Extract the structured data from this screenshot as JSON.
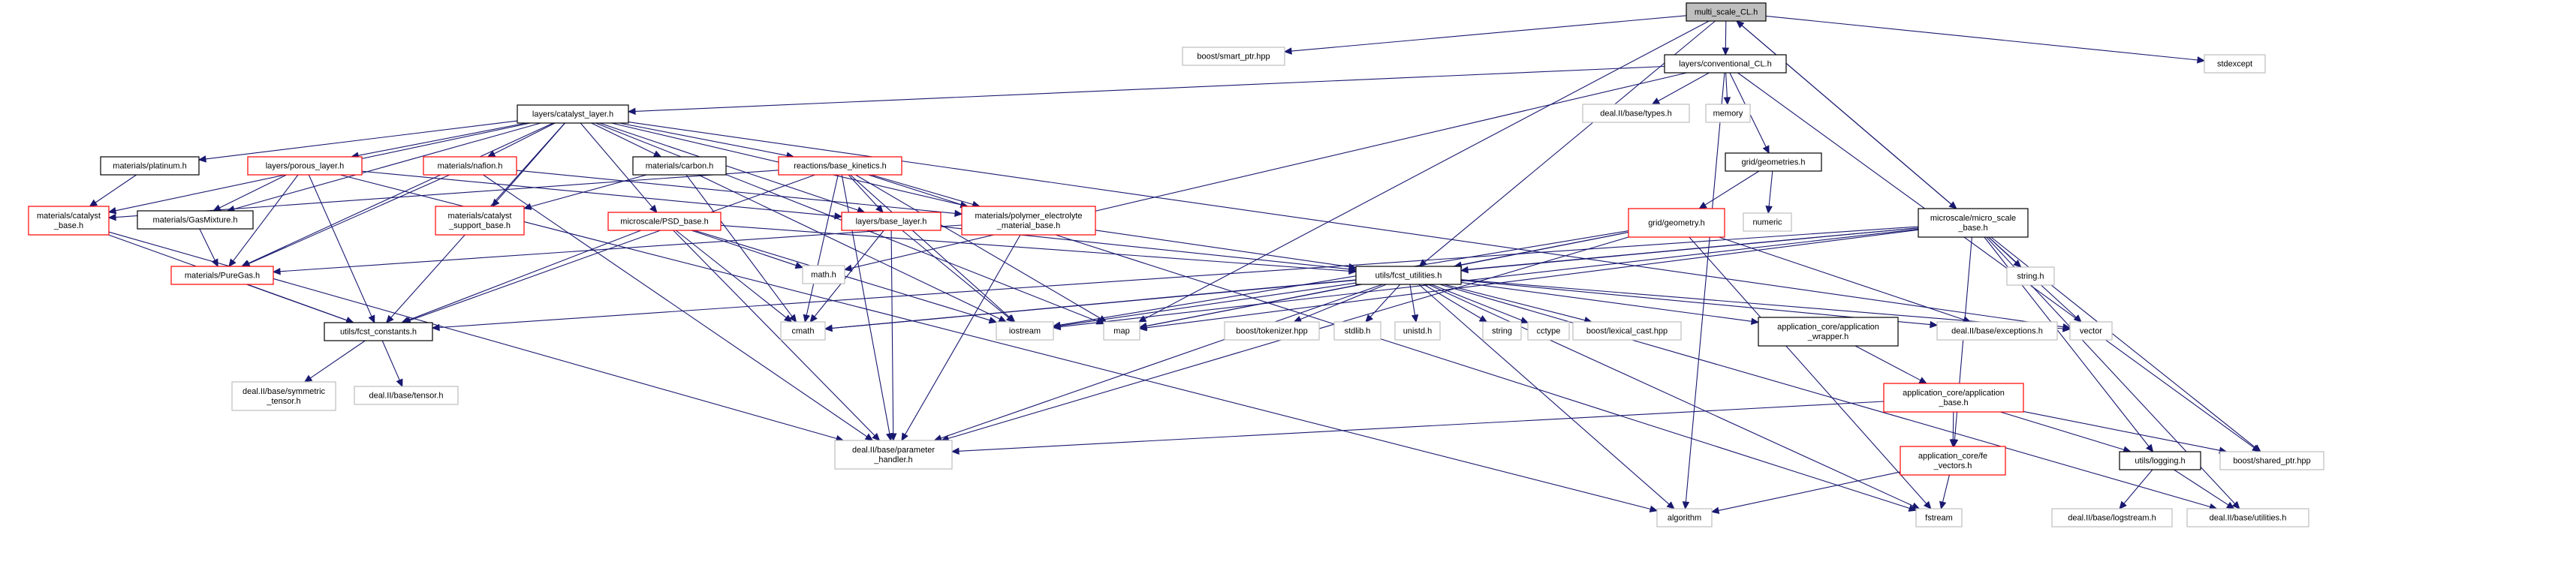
{
  "diagram": {
    "type": "include-dependency-graph",
    "colors": {
      "edge": "#191970",
      "root_fill": "#bfbfbf",
      "documented_border": "#000000",
      "truncated_border": "#ff0000",
      "external_border": "#bfbfbf",
      "node_fill": "#ffffff"
    },
    "nodes": [
      {
        "id": "root",
        "lines": [
          "multi_scale_CL.h"
        ],
        "kind": "root"
      },
      {
        "id": "boost_smart_ptr",
        "lines": [
          "boost/smart_ptr.hpp"
        ],
        "kind": "external"
      },
      {
        "id": "conv_cl",
        "lines": [
          "layers/conventional_CL.h"
        ],
        "kind": "documented"
      },
      {
        "id": "stdexcept",
        "lines": [
          "stdexcept"
        ],
        "kind": "external"
      },
      {
        "id": "catalyst_layer",
        "lines": [
          "layers/catalyst_layer.h"
        ],
        "kind": "documented"
      },
      {
        "id": "dealii_types",
        "lines": [
          "deal.II/base/types.h"
        ],
        "kind": "external"
      },
      {
        "id": "memory",
        "lines": [
          "memory"
        ],
        "kind": "external"
      },
      {
        "id": "grid_geometries",
        "lines": [
          "grid/geometries.h"
        ],
        "kind": "documented"
      },
      {
        "id": "numeric",
        "lines": [
          "numeric"
        ],
        "kind": "external"
      },
      {
        "id": "platinum",
        "lines": [
          "materials/platinum.h"
        ],
        "kind": "documented"
      },
      {
        "id": "porous_layer",
        "lines": [
          "layers/porous_layer.h"
        ],
        "kind": "truncated"
      },
      {
        "id": "nafion",
        "lines": [
          "materials/nafion.h"
        ],
        "kind": "truncated"
      },
      {
        "id": "carbon",
        "lines": [
          "materials/carbon.h"
        ],
        "kind": "documented"
      },
      {
        "id": "base_kinetics",
        "lines": [
          "reactions/base_kinetics.h"
        ],
        "kind": "truncated"
      },
      {
        "id": "grid_geometry",
        "lines": [
          "grid/geometry.h"
        ],
        "kind": "truncated"
      },
      {
        "id": "micro_scale_base",
        "lines": [
          "microscale/micro_scale",
          "_base.h"
        ],
        "kind": "documented"
      },
      {
        "id": "string_h",
        "lines": [
          "string.h"
        ],
        "kind": "external"
      },
      {
        "id": "catalyst_base",
        "lines": [
          "materials/catalyst",
          "_base.h"
        ],
        "kind": "truncated"
      },
      {
        "id": "gas_mixture",
        "lines": [
          "materials/GasMixture.h"
        ],
        "kind": "documented"
      },
      {
        "id": "catalyst_support",
        "lines": [
          "materials/catalyst",
          "_support_base.h"
        ],
        "kind": "truncated"
      },
      {
        "id": "psd_base",
        "lines": [
          "microscale/PSD_base.h"
        ],
        "kind": "truncated"
      },
      {
        "id": "base_layer",
        "lines": [
          "layers/base_layer.h"
        ],
        "kind": "truncated"
      },
      {
        "id": "polymer_electrolyte",
        "lines": [
          "materials/polymer_electrolyte",
          "_material_base.h"
        ],
        "kind": "truncated"
      },
      {
        "id": "pure_gas",
        "lines": [
          "materials/PureGas.h"
        ],
        "kind": "truncated"
      },
      {
        "id": "math_h",
        "lines": [
          "math.h"
        ],
        "kind": "external"
      },
      {
        "id": "fcst_utilities",
        "lines": [
          "utils/fcst_utilities.h"
        ],
        "kind": "documented"
      },
      {
        "id": "fcst_constants",
        "lines": [
          "utils/fcst_constants.h"
        ],
        "kind": "documented"
      },
      {
        "id": "cmath",
        "lines": [
          "cmath"
        ],
        "kind": "external"
      },
      {
        "id": "iostream",
        "lines": [
          "iostream"
        ],
        "kind": "external"
      },
      {
        "id": "map",
        "lines": [
          "map"
        ],
        "kind": "external"
      },
      {
        "id": "boost_tokenizer",
        "lines": [
          "boost/tokenizer.hpp"
        ],
        "kind": "external"
      },
      {
        "id": "stdlib",
        "lines": [
          "stdlib.h"
        ],
        "kind": "external"
      },
      {
        "id": "unistd",
        "lines": [
          "unistd.h"
        ],
        "kind": "external"
      },
      {
        "id": "string",
        "lines": [
          "string"
        ],
        "kind": "external"
      },
      {
        "id": "cctype",
        "lines": [
          "cctype"
        ],
        "kind": "external"
      },
      {
        "id": "lexical_cast",
        "lines": [
          "boost/lexical_cast.hpp"
        ],
        "kind": "external"
      },
      {
        "id": "app_wrapper",
        "lines": [
          "application_core/application",
          "_wrapper.h"
        ],
        "kind": "documented"
      },
      {
        "id": "dealii_exceptions",
        "lines": [
          "deal.II/base/exceptions.h"
        ],
        "kind": "external"
      },
      {
        "id": "vector",
        "lines": [
          "vector"
        ],
        "kind": "external"
      },
      {
        "id": "symmetric_tensor",
        "lines": [
          "deal.II/base/symmetric",
          "_tensor.h"
        ],
        "kind": "external"
      },
      {
        "id": "dealii_tensor",
        "lines": [
          "deal.II/base/tensor.h"
        ],
        "kind": "external"
      },
      {
        "id": "app_base",
        "lines": [
          "application_core/application",
          "_base.h"
        ],
        "kind": "truncated"
      },
      {
        "id": "param_handler",
        "lines": [
          "deal.II/base/parameter",
          "_handler.h"
        ],
        "kind": "external"
      },
      {
        "id": "fe_vectors",
        "lines": [
          "application_core/fe",
          "_vectors.h"
        ],
        "kind": "truncated"
      },
      {
        "id": "logging",
        "lines": [
          "utils/logging.h"
        ],
        "kind": "documented"
      },
      {
        "id": "boost_shared_ptr",
        "lines": [
          "boost/shared_ptr.hpp"
        ],
        "kind": "external"
      },
      {
        "id": "algorithm",
        "lines": [
          "algorithm"
        ],
        "kind": "external"
      },
      {
        "id": "fstream",
        "lines": [
          "fstream"
        ],
        "kind": "external"
      },
      {
        "id": "logstream",
        "lines": [
          "deal.II/base/logstream.h"
        ],
        "kind": "external"
      },
      {
        "id": "dealii_utilities",
        "lines": [
          "deal.II/base/utilities.h"
        ],
        "kind": "external"
      }
    ],
    "edges": [
      [
        "root",
        "boost_smart_ptr"
      ],
      [
        "root",
        "conv_cl"
      ],
      [
        "root",
        "stdexcept"
      ],
      [
        "root",
        "micro_scale_base"
      ],
      [
        "root",
        "fcst_utilities"
      ],
      [
        "root",
        "map"
      ],
      [
        "conv_cl",
        "catalyst_layer"
      ],
      [
        "conv_cl",
        "dealii_types"
      ],
      [
        "conv_cl",
        "memory"
      ],
      [
        "conv_cl",
        "grid_geometries"
      ],
      [
        "conv_cl",
        "math_h"
      ],
      [
        "conv_cl",
        "algorithm"
      ],
      [
        "conv_cl",
        "boost_shared_ptr"
      ],
      [
        "catalyst_layer",
        "platinum"
      ],
      [
        "catalyst_layer",
        "porous_layer"
      ],
      [
        "catalyst_layer",
        "nafion"
      ],
      [
        "catalyst_layer",
        "carbon"
      ],
      [
        "catalyst_layer",
        "base_kinetics"
      ],
      [
        "catalyst_layer",
        "catalyst_base"
      ],
      [
        "catalyst_layer",
        "gas_mixture"
      ],
      [
        "catalyst_layer",
        "catalyst_support"
      ],
      [
        "catalyst_layer",
        "psd_base"
      ],
      [
        "catalyst_layer",
        "base_layer"
      ],
      [
        "catalyst_layer",
        "polymer_electrolyte"
      ],
      [
        "catalyst_layer",
        "pure_gas"
      ],
      [
        "catalyst_layer",
        "fcst_constants"
      ],
      [
        "catalyst_layer",
        "map"
      ],
      [
        "catalyst_layer",
        "vector"
      ],
      [
        "platinum",
        "catalyst_base"
      ],
      [
        "porous_layer",
        "gas_mixture"
      ],
      [
        "porous_layer",
        "base_layer"
      ],
      [
        "porous_layer",
        "pure_gas"
      ],
      [
        "porous_layer",
        "fcst_constants"
      ],
      [
        "porous_layer",
        "algorithm"
      ],
      [
        "nafion",
        "polymer_electrolyte"
      ],
      [
        "nafion",
        "pure_gas"
      ],
      [
        "nafion",
        "param_handler"
      ],
      [
        "carbon",
        "catalyst_support"
      ],
      [
        "carbon",
        "cmath"
      ],
      [
        "carbon",
        "iostream"
      ],
      [
        "base_kinetics",
        "catalyst_base"
      ],
      [
        "base_kinetics",
        "base_layer"
      ],
      [
        "base_kinetics",
        "polymer_electrolyte"
      ],
      [
        "base_kinetics",
        "fcst_constants"
      ],
      [
        "base_kinetics",
        "cmath"
      ],
      [
        "base_kinetics",
        "iostream"
      ],
      [
        "base_kinetics",
        "map"
      ],
      [
        "base_kinetics",
        "param_handler"
      ],
      [
        "base_kinetics",
        "fstream"
      ],
      [
        "grid_geometries",
        "grid_geometry"
      ],
      [
        "grid_geometries",
        "numeric"
      ],
      [
        "grid_geometry",
        "fcst_utilities"
      ],
      [
        "grid_geometry",
        "iostream"
      ],
      [
        "grid_geometry",
        "map"
      ],
      [
        "grid_geometry",
        "dealii_exceptions"
      ],
      [
        "grid_geometry",
        "param_handler"
      ],
      [
        "grid_geometry",
        "fstream"
      ],
      [
        "micro_scale_base",
        "string_h"
      ],
      [
        "micro_scale_base",
        "fcst_utilities"
      ],
      [
        "micro_scale_base",
        "logging"
      ],
      [
        "micro_scale_base",
        "fe_vectors"
      ],
      [
        "micro_scale_base",
        "fcst_constants"
      ],
      [
        "micro_scale_base",
        "cmath"
      ],
      [
        "micro_scale_base",
        "iostream"
      ],
      [
        "micro_scale_base",
        "map"
      ],
      [
        "micro_scale_base",
        "vector"
      ],
      [
        "micro_scale_base",
        "boost_shared_ptr"
      ],
      [
        "micro_scale_base",
        "dealii_utilities"
      ],
      [
        "micro_scale_base",
        "root"
      ],
      [
        "catalyst_base",
        "fcst_constants"
      ],
      [
        "catalyst_base",
        "param_handler"
      ],
      [
        "gas_mixture",
        "pure_gas"
      ],
      [
        "psd_base",
        "math_h"
      ],
      [
        "psd_base",
        "fcst_constants"
      ],
      [
        "psd_base",
        "cmath"
      ],
      [
        "psd_base",
        "iostream"
      ],
      [
        "psd_base",
        "param_handler"
      ],
      [
        "psd_base",
        "fcst_utilities"
      ],
      [
        "base_layer",
        "fcst_utilities"
      ],
      [
        "base_layer",
        "cmath"
      ],
      [
        "base_layer",
        "iostream"
      ],
      [
        "base_layer",
        "param_handler"
      ],
      [
        "polymer_electrolyte",
        "pure_gas"
      ],
      [
        "polymer_electrolyte",
        "fcst_utilities"
      ],
      [
        "polymer_electrolyte",
        "param_handler"
      ],
      [
        "pure_gas",
        "fcst_constants"
      ],
      [
        "fcst_constants",
        "symmetric_tensor"
      ],
      [
        "fcst_constants",
        "dealii_tensor"
      ],
      [
        "fcst_utilities",
        "cmath"
      ],
      [
        "fcst_utilities",
        "iostream"
      ],
      [
        "fcst_utilities",
        "map"
      ],
      [
        "fcst_utilities",
        "boost_tokenizer"
      ],
      [
        "fcst_utilities",
        "stdlib"
      ],
      [
        "fcst_utilities",
        "unistd"
      ],
      [
        "fcst_utilities",
        "string"
      ],
      [
        "fcst_utilities",
        "cctype"
      ],
      [
        "fcst_utilities",
        "lexical_cast"
      ],
      [
        "fcst_utilities",
        "app_wrapper"
      ],
      [
        "fcst_utilities",
        "dealii_exceptions"
      ],
      [
        "fcst_utilities",
        "vector"
      ],
      [
        "fcst_utilities",
        "algorithm"
      ],
      [
        "fcst_utilities",
        "fstream"
      ],
      [
        "fcst_utilities",
        "param_handler"
      ],
      [
        "fcst_utilities",
        "dealii_utilities"
      ],
      [
        "app_wrapper",
        "app_base"
      ],
      [
        "app_base",
        "param_handler"
      ],
      [
        "app_base",
        "fe_vectors"
      ],
      [
        "app_base",
        "logging"
      ],
      [
        "app_base",
        "boost_shared_ptr"
      ],
      [
        "fe_vectors",
        "algorithm"
      ],
      [
        "fe_vectors",
        "fstream"
      ],
      [
        "logging",
        "logstream"
      ],
      [
        "logging",
        "dealii_utilities"
      ]
    ]
  }
}
